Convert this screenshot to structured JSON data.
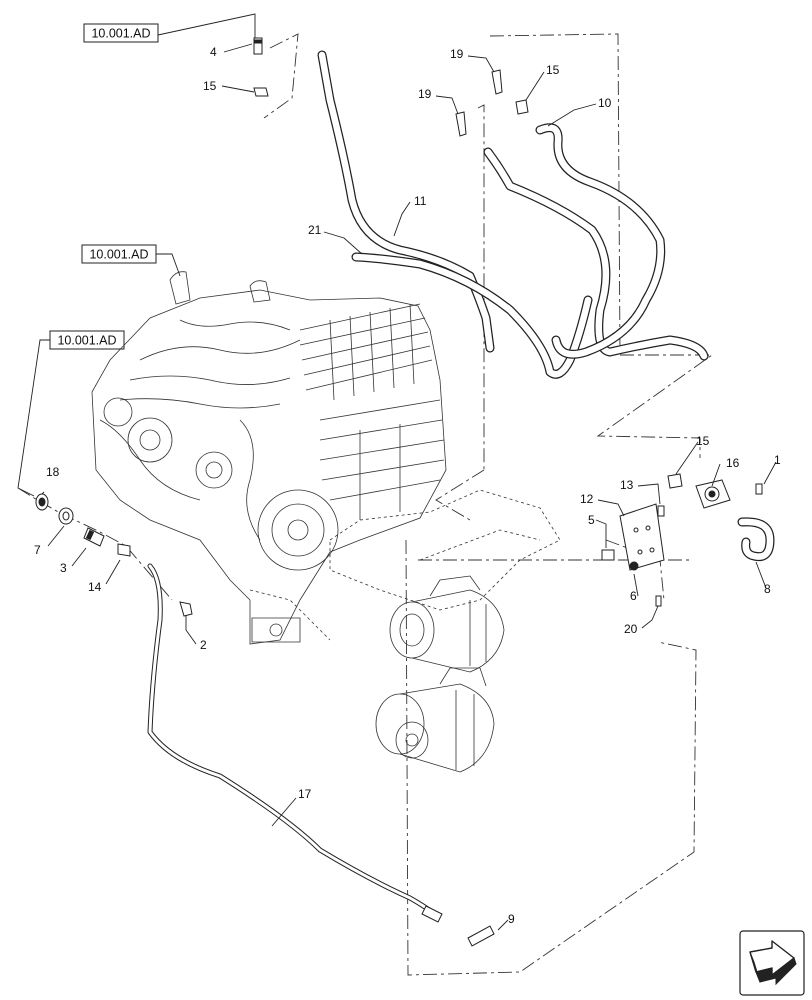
{
  "reference_boxes": [
    {
      "id": "ref-top",
      "text": "10.001.AD"
    },
    {
      "id": "ref-engine",
      "text": "10.001.AD"
    },
    {
      "id": "ref-left",
      "text": "10.001.AD"
    }
  ],
  "callouts": {
    "c1": "1",
    "c2": "2",
    "c3": "3",
    "c4": "4",
    "c5": "5",
    "c6": "6",
    "c7": "7",
    "c8": "8",
    "c9": "9",
    "c10": "10",
    "c11": "11",
    "c12": "12",
    "c13": "13",
    "c14": "14",
    "c15a": "15",
    "c15b": "15",
    "c15c": "15",
    "c16": "16",
    "c17": "17",
    "c18": "18",
    "c19a": "19",
    "c19b": "19",
    "c20": "20",
    "c21": "21"
  }
}
